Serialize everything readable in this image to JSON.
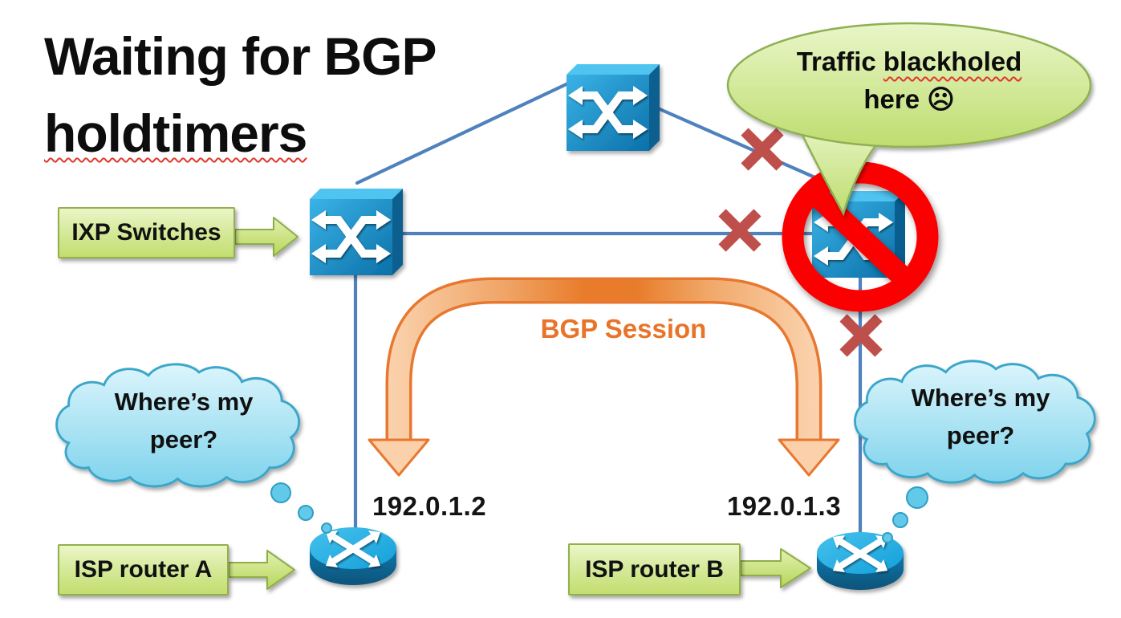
{
  "slide": {
    "title": {
      "line1": "Waiting for BGP",
      "line2": "holdtimers"
    },
    "callout_blackholed": {
      "word_prefix": "Traffic",
      "word_underlined": "blackholed",
      "line2": "here ☹"
    },
    "thought_left": {
      "line1": "Where’s my",
      "line2": "peer?"
    },
    "thought_right": {
      "line1": "Where’s my",
      "line2": "peer?"
    },
    "bgp_session": {
      "label": "BGP Session"
    },
    "labels": {
      "ixp": "IXP Switches",
      "isp_a": "ISP router A",
      "isp_b": "ISP router B"
    },
    "addresses": {
      "router_a": "192.0.1.2",
      "router_b": "192.0.1.3"
    },
    "icons": {
      "switch": "switch-crossed-arrows-icon",
      "router": "router-crossed-arrows-icon",
      "blocked": "prohibition-no-entry-icon",
      "failed_link": "red-x-icon",
      "sad_face": "frowning-face-glyph",
      "thought_cloud": "thought-cloud-icon",
      "speech_bubble": "speech-bubble-icon",
      "pointer_arrow": "green-block-arrow-icon"
    },
    "colors": {
      "switch_blue": "#1591cc",
      "router_blue": "#1280b4",
      "link_blue": "#4f81bd",
      "cross_red": "#be4f4b",
      "prohibition_red": "#fb0301",
      "label_green_fill": "#d7ea9d",
      "label_green_border": "#93b04c",
      "cloud_fill": "#a9e4f5",
      "cloud_border": "#3ba6c9",
      "bubble_green_fill": "#d3ec96",
      "bgp_orange": "#e8742a",
      "arrow_fill_orange": "#fad1ab",
      "title_black": "#0d0d0d",
      "squiggle_red": "#e0382c"
    }
  }
}
